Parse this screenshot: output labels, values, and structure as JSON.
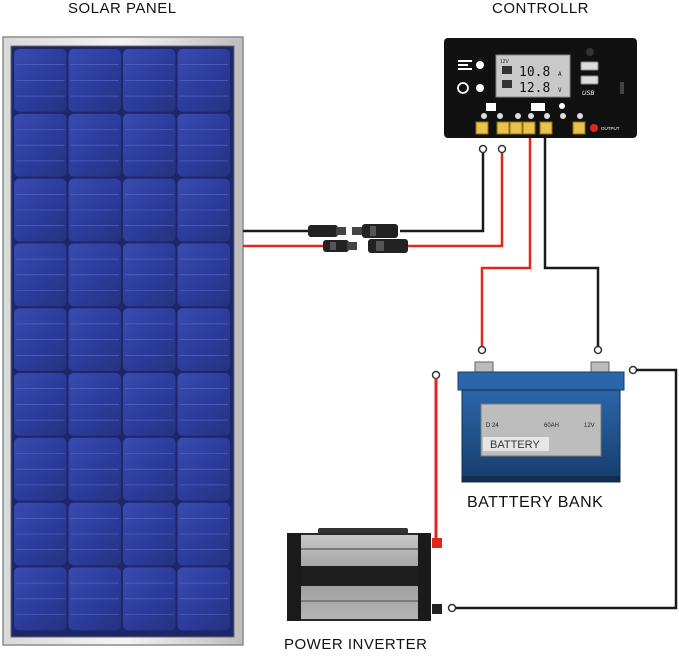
{
  "labels": {
    "solar_panel": "SOLAR PANEL",
    "controller": "CONTROLLR",
    "battery_bank": "BATTTERY BANK",
    "power_inverter": "POWER INVERTER"
  },
  "controller_display": {
    "voltage_tag": "12V",
    "current": "10.8",
    "current_unit": "A",
    "voltage": "12.8",
    "voltage_unit": "V",
    "usb_label": "USB",
    "output_label": "OUTPUT"
  },
  "battery": {
    "model": "D 24",
    "capacity": "60AH",
    "voltage": "12V",
    "label": "BATTERY"
  },
  "colors": {
    "wire_red": "#e0261e",
    "wire_black": "#1a1a1a",
    "panel_cell": "#2e3f9e",
    "controller_body": "#111111",
    "battery_body": "#1f4f8a"
  }
}
